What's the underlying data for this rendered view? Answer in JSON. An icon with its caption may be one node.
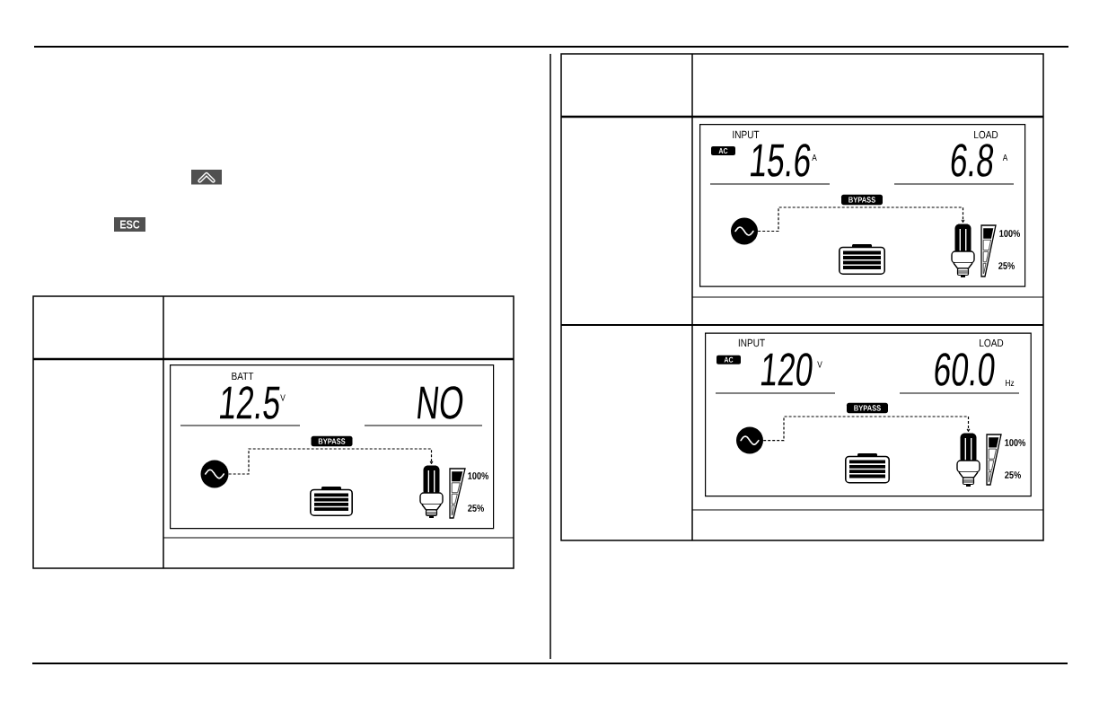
{
  "diagram": {
    "nodes": [
      {
        "text": [
          "BATT",
          "12.5",
          "V",
          "NO",
          "100%",
          "25%"
        ]
      },
      {
        "text": [],
        "shape": "circle",
        "in": 0
      },
      {
        "text": [],
        "shape": "picture",
        "in": 0
      },
      {
        "text": [
          "INPUT",
          "LOAD",
          "AC",
          "15.6",
          "A",
          "6.8",
          "A",
          "100%",
          "25%"
        ]
      },
      {
        "text": [],
        "shape": "circle",
        "in": 3
      },
      {
        "text": [],
        "shape": "picture",
        "in": 3
      },
      {
        "text": [
          "INPUT",
          "LOAD",
          "AC",
          "120",
          "V",
          "60.0",
          "Hz",
          "100%",
          "25%"
        ]
      },
      {
        "text": [],
        "shape": "circle",
        "in": 6
      },
      {
        "text": [],
        "shape": "picture",
        "in": 6
      }
    ],
    "edges": [
      {
        "from": 1,
        "to": 2,
        "arrow": "to",
        "style": "dashed",
        "label": "BYPASS"
      },
      {
        "from": 4,
        "to": 5,
        "arrow": "to",
        "style": "dashed",
        "label": "BYPASS"
      },
      {
        "from": 7,
        "to": 8,
        "arrow": "to",
        "style": "dashed",
        "label": "BYPASS"
      }
    ],
    "labels": [
      "ESC"
    ]
  }
}
